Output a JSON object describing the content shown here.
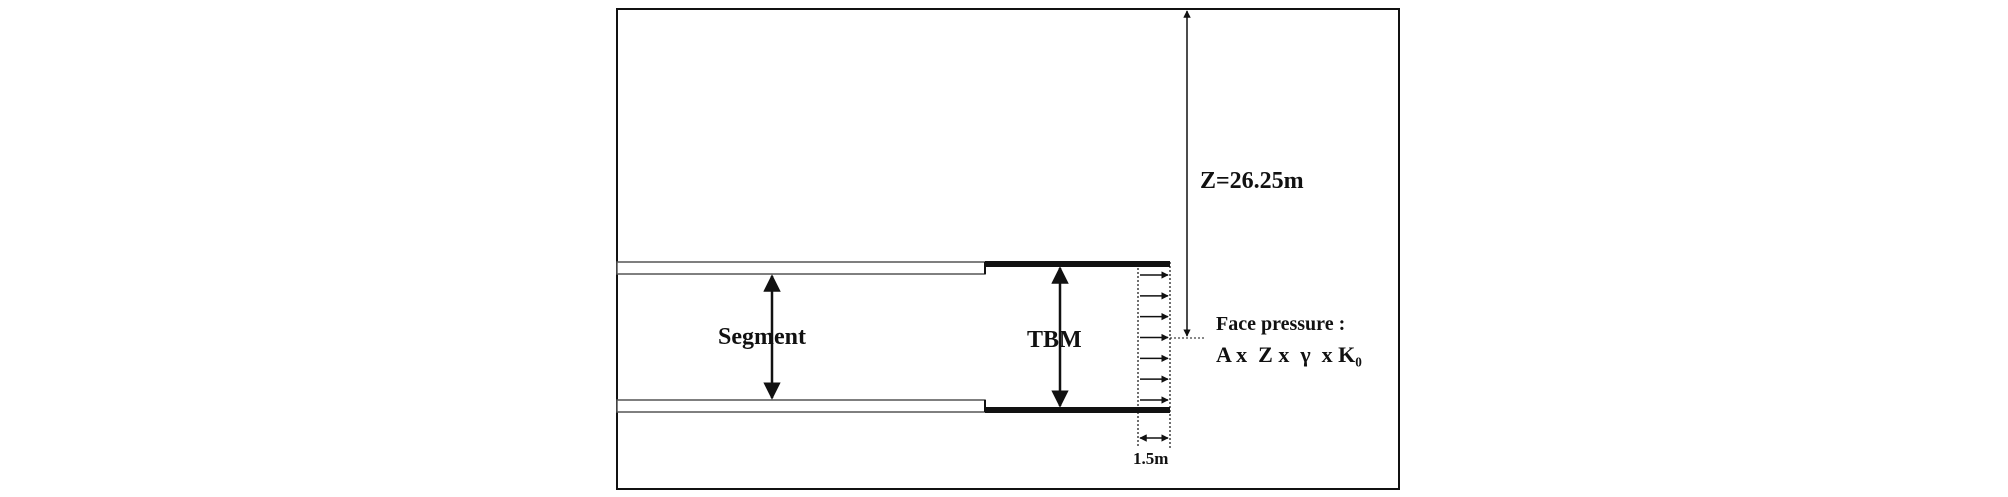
{
  "labels": {
    "depth": "Z=26.25m",
    "segment": "Segment",
    "tbm": "TBM",
    "face_pressure_title": "Face pressure :",
    "face_pressure_formula": "A x  Z x  γ  x K₀",
    "length": "1.5m"
  },
  "colors": {
    "line": "#111111",
    "segment_fill": "#ffffff",
    "segment_edge": "#666666"
  },
  "face_pressure_arrow_count": 7
}
